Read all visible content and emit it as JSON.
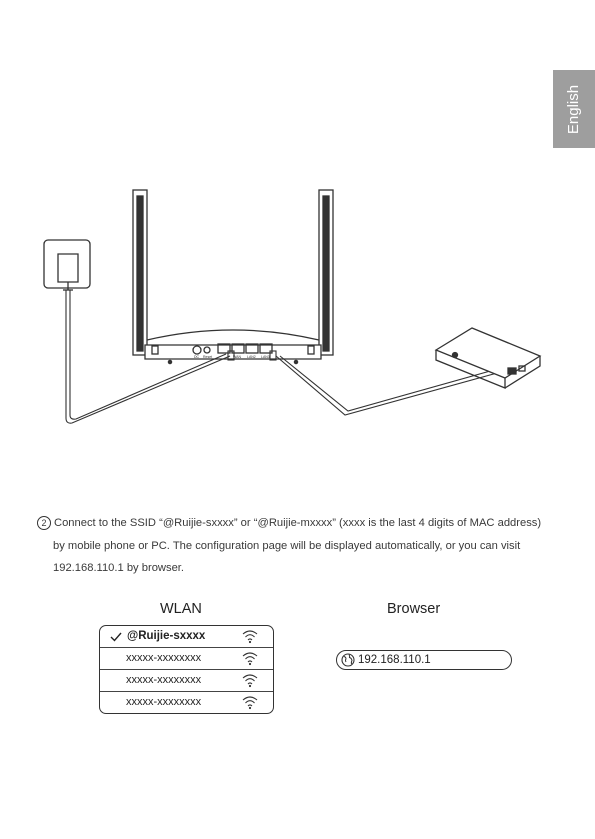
{
  "language_tab": "English",
  "instructions": {
    "step_number": "2",
    "line1": "Connect to the SSID “@Ruijie-sxxxx” or “@Ruijie-mxxxx” (xxxx is the last 4 digits of MAC address)",
    "line2": "by mobile phone or PC. The configuration page will be displayed automatically, or you can visit",
    "line3": "192.168.110.1 by browser."
  },
  "router_labels": {
    "dc": "DC",
    "reset": "Reset",
    "wan": "WAN",
    "lan2": "LAN2",
    "lan3": "LAN3"
  },
  "wlan": {
    "title": "WLAN",
    "networks": [
      {
        "ssid": "@Ruijie-sxxxx",
        "selected": true
      },
      {
        "ssid": "xxxxx-xxxxxxxx",
        "selected": false
      },
      {
        "ssid": "xxxxx-xxxxxxxx",
        "selected": false
      },
      {
        "ssid": "xxxxx-xxxxxxxx",
        "selected": false
      }
    ]
  },
  "browser": {
    "title": "Browser",
    "url": "192.168.110.1"
  },
  "icons": [
    "check-icon",
    "wifi-icon",
    "globe-icon",
    "router",
    "modem",
    "power-adapter"
  ],
  "colors": {
    "tab_background": "#9e9e9e",
    "line_art": "#333333"
  }
}
